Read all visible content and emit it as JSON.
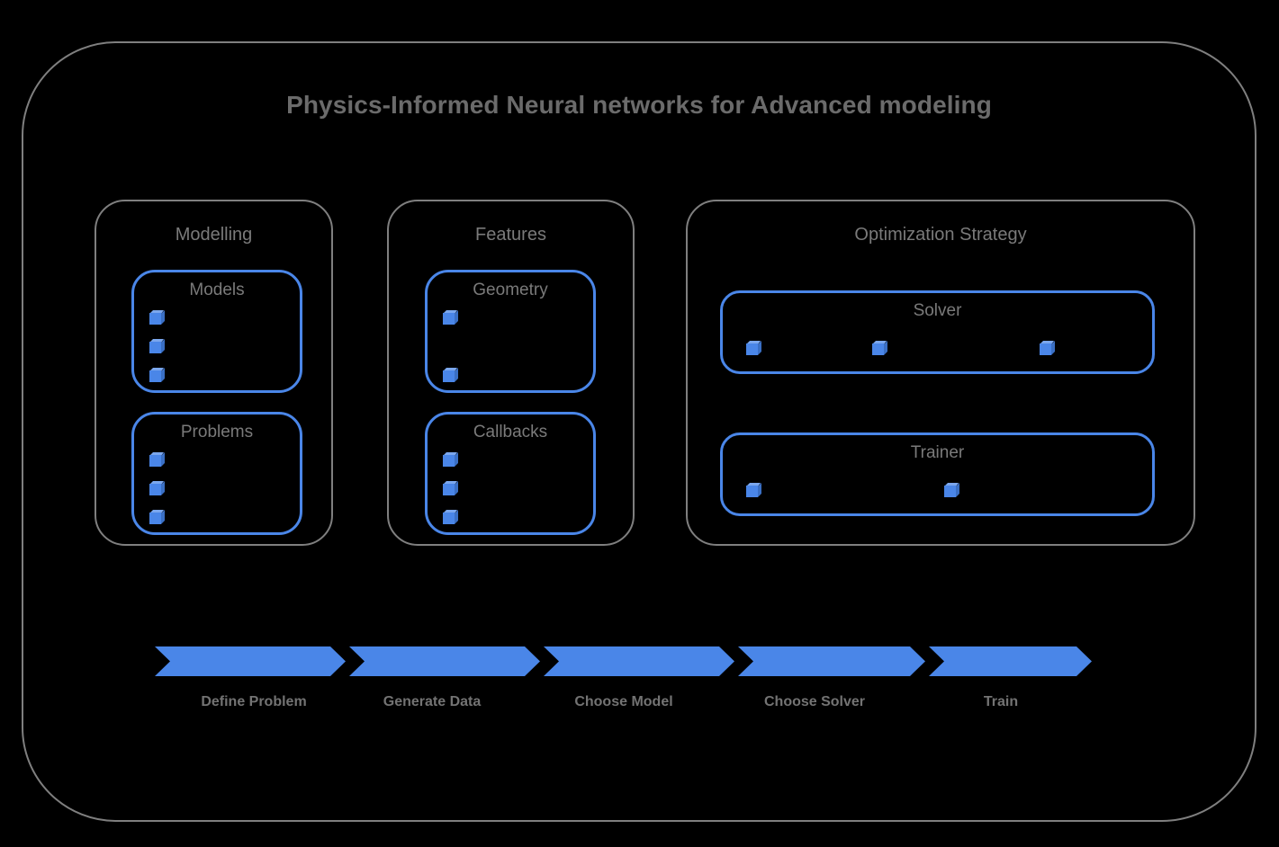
{
  "diagram": {
    "title": "Physics-Informed Neural networks for Advanced modeling",
    "accent_color": "#4a86e8",
    "frame_color": "#7f7f7f",
    "text_color": "#7a7a7a",
    "background_color": "#000000",
    "groups": [
      {
        "label": "Modelling",
        "boxes": [
          {
            "label": "Models",
            "bullet_count": 3,
            "bullet_layout": "vertical"
          },
          {
            "label": "Problems",
            "bullet_count": 3,
            "bullet_layout": "vertical"
          }
        ]
      },
      {
        "label": "Features",
        "boxes": [
          {
            "label": "Geometry",
            "bullet_count": 2,
            "bullet_layout": "vertical"
          },
          {
            "label": "Callbacks",
            "bullet_count": 3,
            "bullet_layout": "vertical"
          }
        ]
      },
      {
        "label": "Optimization Strategy",
        "boxes": [
          {
            "label": "Solver",
            "bullet_count": 3,
            "bullet_layout": "horizontal"
          },
          {
            "label": "Trainer",
            "bullet_count": 2,
            "bullet_layout": "horizontal"
          }
        ]
      }
    ],
    "flow": {
      "steps": [
        {
          "label": "Define Problem"
        },
        {
          "label": "Generate Data"
        },
        {
          "label": "Choose Model"
        },
        {
          "label": "Choose Solver"
        },
        {
          "label": "Train"
        }
      ]
    }
  }
}
